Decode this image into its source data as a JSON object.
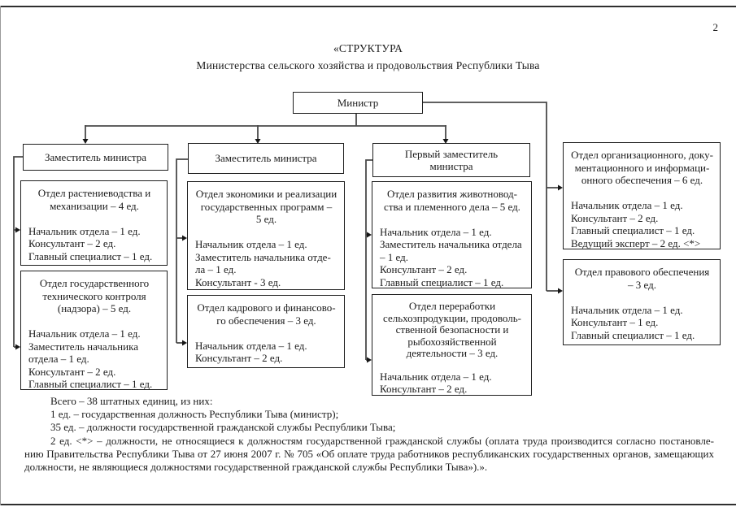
{
  "page": {
    "number": "2"
  },
  "title": {
    "line1": "«СТРУКТУРА",
    "line2": "Министерства сельского хозяйства и продовольствия Республики Тыва"
  },
  "colors": {
    "ink": "#1b1b1b",
    "connector": "#4a4a4a"
  },
  "chart": {
    "root_label": "Министр",
    "columns": [
      {
        "header": "Заместитель министра",
        "departments": [
          {
            "title": "Отдел растениеводства и\nмеханизации – 4 ед.",
            "staff": [
              "Начальник отдела – 1 ед.",
              "Консультант – 2 ед.",
              "Главный специалист – 1 ед."
            ]
          },
          {
            "title": "Отдел государственного\nтехнического контроля\n(надзора) – 5 ед.",
            "staff": [
              "Начальник отдела – 1 ед.",
              "Заместитель начальника\nотдела – 1 ед.",
              "Консультант – 2 ед.",
              "Главный специалист – 1 ед."
            ]
          }
        ]
      },
      {
        "header": "Заместитель министра",
        "departments": [
          {
            "title": "Отдел экономики и реализации\nгосударственных программ –\n5 ед.",
            "staff": [
              "Начальник отдела – 1 ед.",
              "Заместитель начальника отде-\nла – 1 ед.",
              "Консультант - 3 ед."
            ]
          },
          {
            "title": "Отдел кадрового и финансово-\nго обеспечения – 3 ед.",
            "staff": [
              "Начальник отдела – 1 ед.",
              "Консультант – 2 ед."
            ]
          }
        ]
      },
      {
        "header": "Первый заместитель\nминистра",
        "departments": [
          {
            "title": "Отдел развития животновод-\nства и племенного дела – 5 ед.",
            "staff": [
              "Начальник отдела – 1 ед.",
              "Заместитель начальника отдела\n– 1 ед.",
              "Консультант – 2 ед.",
              "Главный специалист – 1 ед."
            ]
          },
          {
            "title": "Отдел переработки\nсельхозпродукции, продоволь-\nственной безопасности и\nрыбохозяйственной\nдеятельности – 3 ед.",
            "staff": [
              "Начальник отдела – 1 ед.",
              "Консультант – 2 ед."
            ]
          }
        ]
      },
      {
        "departments": [
          {
            "title": "Отдел организационного, доку-\nментационного и информаци-\nонного обеспечения – 6 ед.",
            "staff": [
              "Начальник отдела – 1 ед.",
              "Консультант – 2 ед.",
              "Главный специалист – 1 ед.",
              "Ведущий эксперт – 2 ед. <*>"
            ]
          },
          {
            "title": "Отдел правового обеспечения\n– 3 ед.",
            "staff": [
              "Начальник отдела – 1 ед.",
              "Консультант – 1 ед.",
              "Главный специалист – 1 ед."
            ]
          }
        ]
      }
    ]
  },
  "notes": {
    "lines": [
      "Всего – 38 штатных единиц, из них:",
      "1 ед. – государственная должность Республики Тыва (министр);",
      "35 ед. – должности государственной гражданской службы Республики Тыва;",
      "2 ед. <*> – должности, не относящиеся к должностям государственной гражданской службы (оплата труда производится согласно постановле-",
      "нию Правительства Республики Тыва от 27 июня 2007 г. № 705 «Об оплате труда работников республиканских государственных органов, замещающих",
      "должности, не являющиеся должностями государственной гражданской службы Республики Тыва»).»."
    ]
  }
}
